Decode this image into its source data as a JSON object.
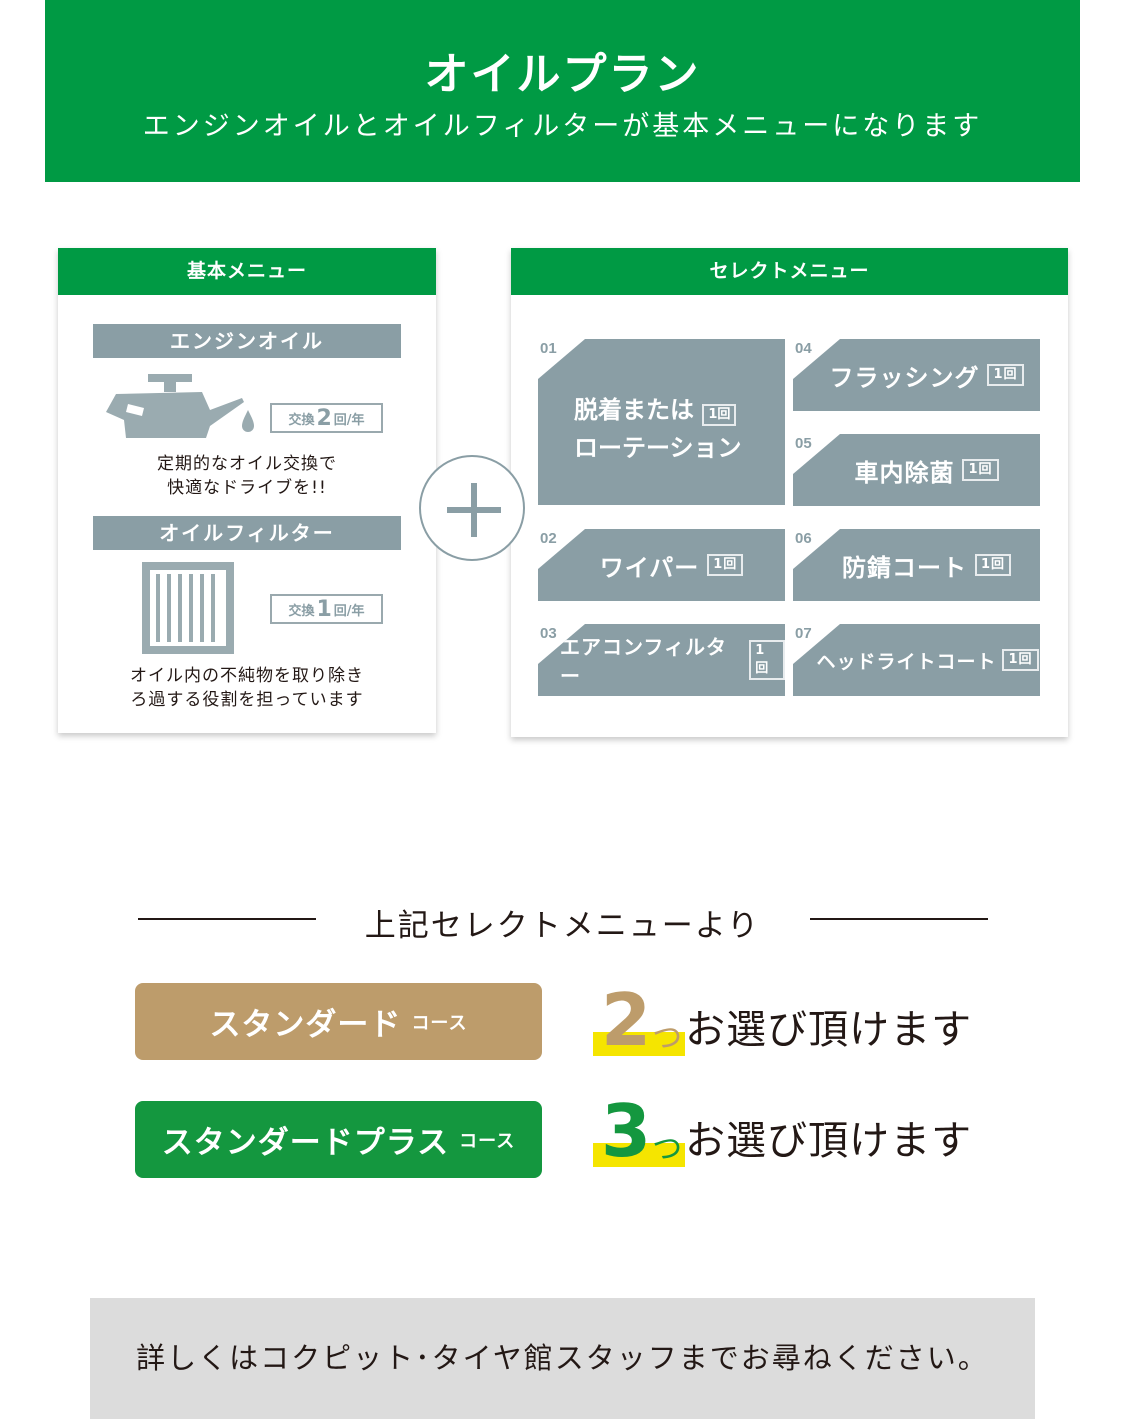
{
  "hero": {
    "title": "オイルプラン",
    "subtitle": "エンジンオイルとオイルフィルターが基本メニューになります",
    "color": "#009a44"
  },
  "basic_menu": {
    "header": "基本メニュー",
    "items": [
      {
        "title": "エンジンオイル",
        "icon": "oil-can-icon",
        "freq_prefix": "交換",
        "freq_num": "2",
        "freq_suffix": "回/年",
        "desc_line1": "定期的なオイル交換で",
        "desc_line2": "快適なドライブを!!"
      },
      {
        "title": "オイルフィルター",
        "icon": "oil-filter-icon",
        "freq_prefix": "交換",
        "freq_num": "1",
        "freq_suffix": "回/年",
        "desc_line1": "オイル内の不純物を取り除き",
        "desc_line2": "ろ過する役割を担っています"
      }
    ]
  },
  "plus_icon": "plus-icon",
  "select_menu": {
    "header": "セレクトメニュー",
    "items": [
      {
        "num": "01",
        "line1": "脱着または",
        "line2": "ローテーション",
        "badge": "1回"
      },
      {
        "num": "02",
        "label": "ワイパー",
        "badge": "1回"
      },
      {
        "num": "03",
        "label": "エアコンフィルター",
        "badge": "1回"
      },
      {
        "num": "04",
        "label": "フラッシング",
        "badge": "1回"
      },
      {
        "num": "05",
        "label": "車内除菌",
        "badge": "1回"
      },
      {
        "num": "06",
        "label": "防錆コート",
        "badge": "1回"
      },
      {
        "num": "07",
        "label": "ヘッドライトコート",
        "badge": "1回"
      }
    ]
  },
  "courses": {
    "heading": "上記セレクトメニューより",
    "items": [
      {
        "name": "スタンダード",
        "suffix": "コース",
        "count": "2",
        "counter": "つ",
        "text": "お選び頂けます",
        "color": "#bd9c6b"
      },
      {
        "name": "スタンダードプラス",
        "suffix": "コース",
        "count": "3",
        "counter": "つ",
        "text": "お選び頂けます",
        "color": "#14973f"
      }
    ]
  },
  "footer": {
    "text": "詳しくはコクピット･タイヤ館スタッフまでお尋ねください。"
  }
}
